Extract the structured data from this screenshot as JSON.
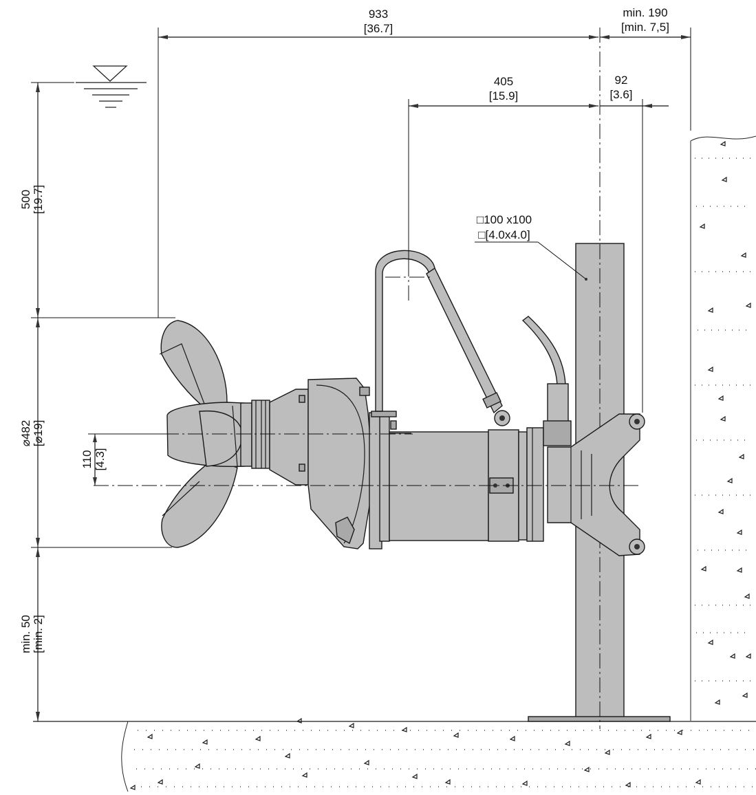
{
  "dimensions": {
    "overall_length": {
      "value": "933",
      "inch": "[36.7]"
    },
    "wall_clearance": {
      "value": "min. 190",
      "inch": "[min. 7,5]"
    },
    "lift_point_offset": {
      "value": "405",
      "inch": "[15.9]"
    },
    "bracket_offset": {
      "value": "92",
      "inch": "[3.6]"
    },
    "mast_size": {
      "value": "□100 x100",
      "inch": "□[4.0x4.0]"
    },
    "submergence": {
      "value": "500",
      "inch": "[19.7]"
    },
    "propeller_diameter": {
      "value": "⌀482",
      "inch": "[⌀19]"
    },
    "axis_offset": {
      "value": "110",
      "inch": "[4.3]"
    },
    "floor_clearance": {
      "value": "min. 50",
      "inch": "[min. 2]"
    }
  }
}
